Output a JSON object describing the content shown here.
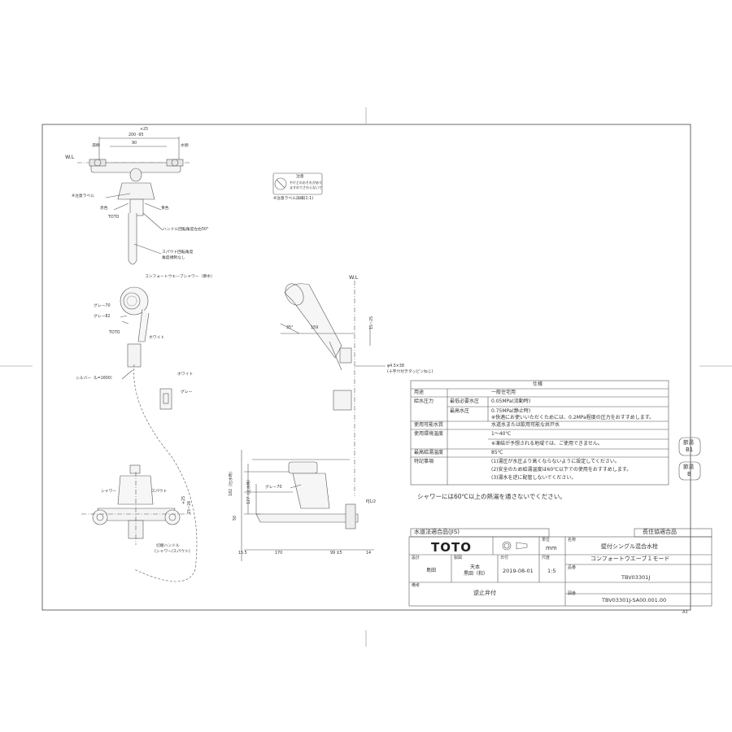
{
  "front_view": {
    "wl": "W.L",
    "dim_top": "+25",
    "dim_range": "200 -95",
    "dim_90": "90",
    "hot_side": "湯側",
    "cold_side": "水側",
    "caution_label": "※注意ラベル",
    "red": "赤色",
    "blue": "青色",
    "toto": "TOTO",
    "handle_angle": "ハンドル回転角度左右50°",
    "spout_angle_1": "スパウト回転角度",
    "spout_angle_2": "角度規制なし"
  },
  "caution_detail": {
    "label": "※注意ラベル詳細(1:1)",
    "text_1": "注意",
    "text_2": "やけどのおそれがあり",
    "text_3": "ますのでさわらないで"
  },
  "shower_view": {
    "title": "コンフォートウエーブシャワー（節水）",
    "gray70": "グレー70",
    "gray82": "グレー82",
    "toto": "TOTO",
    "white": "ホワイト",
    "silver_hose": "シルバー（L=1600）",
    "hook_white": "ホワイト",
    "hook_gray": "グレー"
  },
  "side_view": {
    "wl": "W.L",
    "dim_35": "35°",
    "dim_159": "159",
    "dim_15_25": "15~25",
    "screw": "φ4.5×38",
    "screw_note": "(十字穴付きタッピンねじ)"
  },
  "spec_table": {
    "header": "仕様",
    "rows": [
      {
        "label": "用途",
        "sub": "",
        "value": "一般住宅用"
      },
      {
        "label": "給水圧力",
        "sub": "最低必要水圧",
        "value": "0.05MPa(流動時)"
      },
      {
        "label": "",
        "sub": "最高水圧",
        "value": "0.75MPa(静止時)"
      },
      {
        "label": "",
        "sub": "",
        "value": "※快適にお使いいただくためには、0.2MPa程度の圧力をおすすめします。"
      },
      {
        "label": "使用可能水質",
        "sub": "",
        "value": "水道水または飲用可能な井戸水"
      },
      {
        "label": "使用環境温度",
        "sub": "",
        "value": "1～40℃"
      },
      {
        "label": "",
        "sub": "",
        "value": "※凍結が予想される地域では、ご使用できません。"
      },
      {
        "label": "最高給湯温度",
        "sub": "",
        "value": "85℃"
      },
      {
        "label": "特記事項",
        "sub": "",
        "value": "(1)湯圧が水圧より高くならないように設定してください。"
      },
      {
        "label": "",
        "sub": "",
        "value": "(2)安全のため給湯温度は60℃以下での使用をおすすめします。"
      },
      {
        "label": "",
        "sub": "",
        "value": "(3)湯水を逆に配管しないでください。"
      }
    ]
  },
  "badges": [
    {
      "top": "節湯",
      "bottom": "B1"
    },
    {
      "top": "節湯",
      "bottom": "B"
    }
  ],
  "shower_notice": "シャワーには60℃以上の熱湯を通さないでください。",
  "plan_view": {
    "shower": "シャワー",
    "spout": "スパウト",
    "dim_25": "+25",
    "dim_15_26": "15~26",
    "switch_handle": "切替ハンドル",
    "switch_modes": "(シャワー/スパウト)"
  },
  "elevation_view": {
    "dim_182": "182（吐水時）",
    "dim_127": "127（止水時）",
    "gray70": "グレー70",
    "dim_50": "50",
    "pj": "PJ1/2",
    "dim_15_5": "15.5",
    "dim_170": "170",
    "dim_99": "99 ±5",
    "dim_14": "14"
  },
  "title_block": {
    "jis": "水道法適合品(JIS)",
    "long_life": "長住協適合品",
    "brand": "TOTO",
    "unit_label": "単位",
    "unit": "mm",
    "name_label": "名称",
    "name_1": "壁付シングル混合水栓",
    "name_2": "コンフォートウエーブ１モード",
    "design_label": "設計",
    "designer": "島田",
    "draft_label": "製図",
    "drafter_1": "天本",
    "drafter_2": "黒田（和）",
    "date_label": "日付",
    "date": "2019-08-01",
    "scale_label": "尺度",
    "scale": "1:5",
    "product_label": "品番",
    "product": "TBV03301J",
    "drawing_label": "図番",
    "drawing": "TBV03301J-SA00.001.00",
    "remarks_label": "備考",
    "remarks": "逆止弁付",
    "sheet_size": "A3"
  }
}
